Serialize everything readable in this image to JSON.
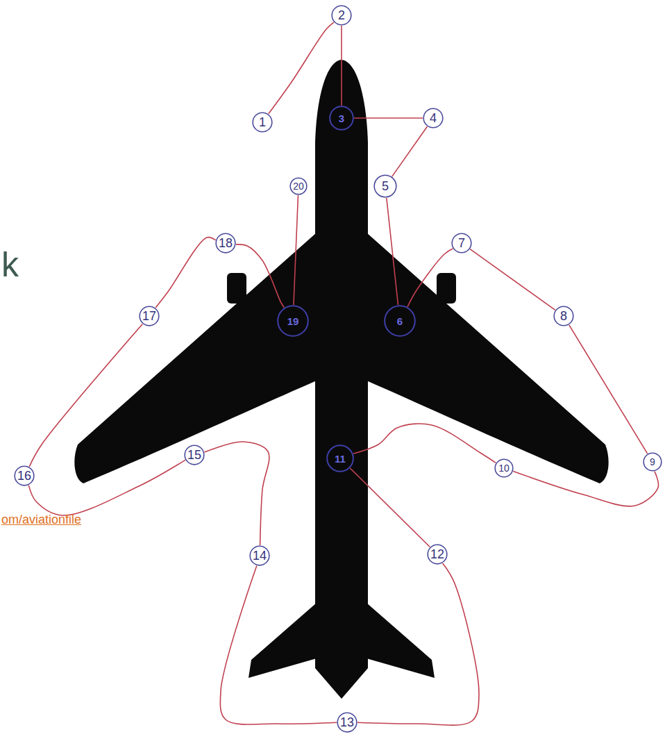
{
  "diagram": {
    "nodes": [
      {
        "text": [
          "1"
        ]
      },
      {
        "text": [
          "2"
        ]
      },
      {
        "text": [
          "3"
        ]
      },
      {
        "text": [
          "4"
        ]
      },
      {
        "text": [
          "5"
        ]
      },
      {
        "text": [
          "6"
        ]
      },
      {
        "text": [
          "7"
        ]
      },
      {
        "text": [
          "8"
        ]
      },
      {
        "text": [
          "9"
        ]
      },
      {
        "text": [
          "10"
        ]
      },
      {
        "text": [
          "11"
        ]
      },
      {
        "text": [
          "12"
        ]
      },
      {
        "text": [
          "13"
        ]
      },
      {
        "text": [
          "14"
        ]
      },
      {
        "text": [
          "15"
        ]
      },
      {
        "text": [
          "16"
        ]
      },
      {
        "text": [
          "17"
        ]
      },
      {
        "text": [
          "18"
        ]
      },
      {
        "text": [
          "19"
        ]
      },
      {
        "text": [
          "20"
        ]
      }
    ],
    "edges": [
      {
        "from": 0,
        "to": 1,
        "arrow": "none"
      },
      {
        "from": 1,
        "to": 2,
        "arrow": "none"
      },
      {
        "from": 2,
        "to": 3,
        "arrow": "none"
      },
      {
        "from": 3,
        "to": 4,
        "arrow": "none"
      },
      {
        "from": 4,
        "to": 5,
        "arrow": "none"
      },
      {
        "from": 5,
        "to": 6,
        "arrow": "none"
      },
      {
        "from": 6,
        "to": 7,
        "arrow": "none"
      },
      {
        "from": 7,
        "to": 8,
        "arrow": "none"
      },
      {
        "from": 8,
        "to": 9,
        "arrow": "none"
      },
      {
        "from": 9,
        "to": 10,
        "arrow": "none"
      },
      {
        "from": 10,
        "to": 11,
        "arrow": "none"
      },
      {
        "from": 11,
        "to": 12,
        "arrow": "none"
      },
      {
        "from": 12,
        "to": 13,
        "arrow": "none"
      },
      {
        "from": 13,
        "to": 14,
        "arrow": "none"
      },
      {
        "from": 14,
        "to": 15,
        "arrow": "none"
      },
      {
        "from": 15,
        "to": 16,
        "arrow": "none"
      },
      {
        "from": 16,
        "to": 17,
        "arrow": "none"
      },
      {
        "from": 17,
        "to": 18,
        "arrow": "none"
      },
      {
        "from": 18,
        "to": 19,
        "arrow": "none"
      }
    ],
    "labels": [
      "k",
      "om/aviationfile"
    ]
  }
}
